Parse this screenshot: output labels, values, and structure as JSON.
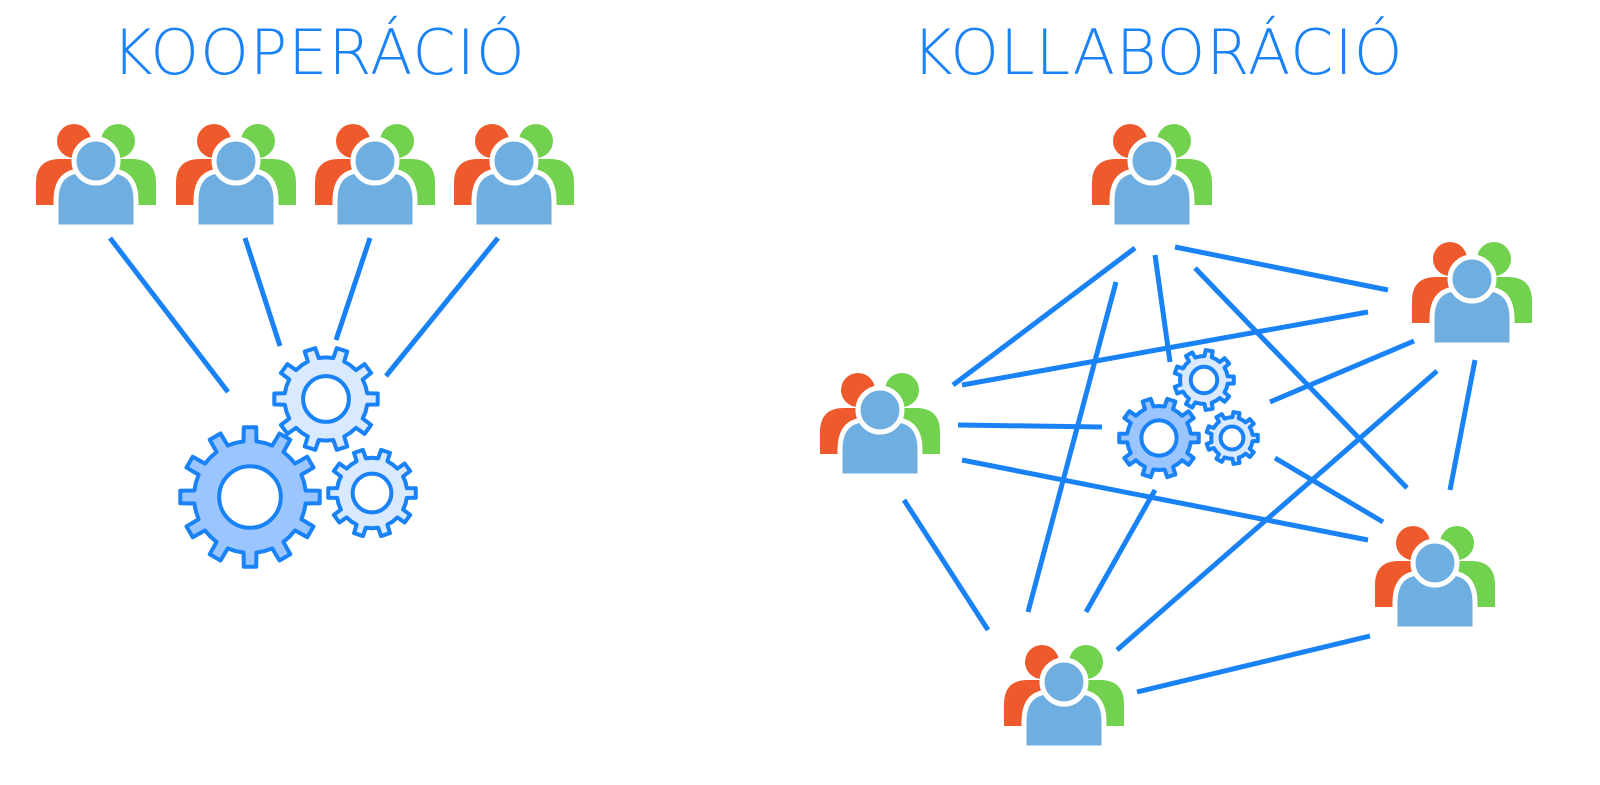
{
  "colors": {
    "accent": "#1a82f7",
    "title": "#1a82f7",
    "person_front": "#6eaee0",
    "person_left": "#ee5a2c",
    "person_right": "#72d14f",
    "gear_dark_fill": "#9bc5ff",
    "gear_light_fill": "#d9e9ff",
    "line": "#1a82f7"
  },
  "panels": {
    "left": {
      "title": "KOOPERÁCIÓ",
      "group_icon": "team-icon",
      "hub_icon": "gears-icon",
      "group_count": 4
    },
    "right": {
      "title": "KOLLABORÁCIÓ",
      "group_icon": "team-icon",
      "hub_icon": "gears-icon",
      "group_count": 5
    }
  }
}
